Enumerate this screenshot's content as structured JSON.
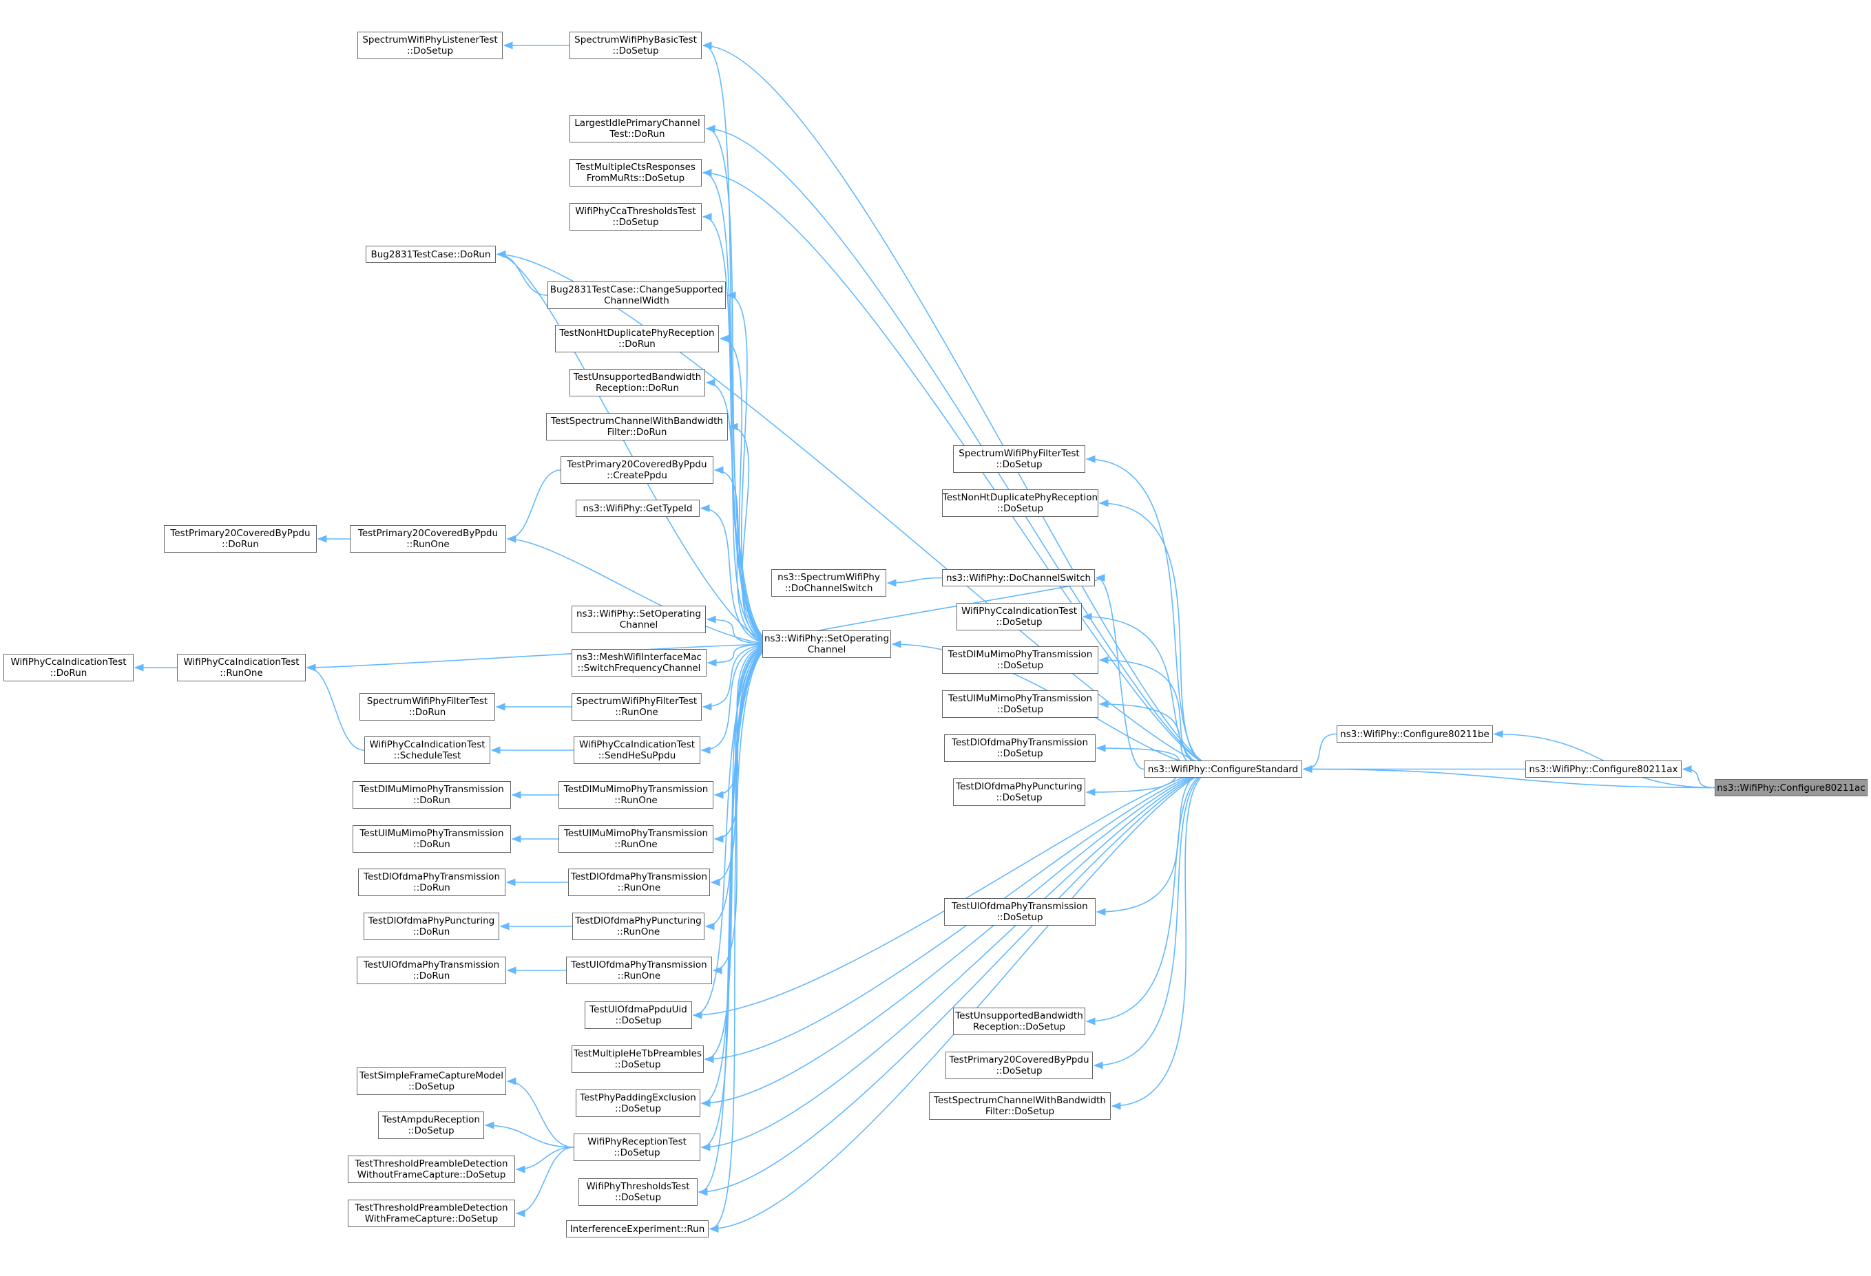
{
  "colors": {
    "edge": "#63b8ff",
    "node_border": "#666666",
    "node_fill": "#ffffff",
    "focus_fill": "#999999"
  },
  "nodes": [
    {
      "id": "n1",
      "l1": "SpectrumWifiPhyListenerTest",
      "l2": "::DoSetup"
    },
    {
      "id": "n2",
      "l1": "SpectrumWifiPhyBasicTest",
      "l2": "::DoSetup"
    },
    {
      "id": "n3",
      "l1": "LargestIdlePrimaryChannel",
      "l2": "Test::DoRun"
    },
    {
      "id": "n4",
      "l1": "TestMultipleCtsResponses",
      "l2": "FromMuRts::DoSetup"
    },
    {
      "id": "n5",
      "l1": "WifiPhyCcaThresholdsTest",
      "l2": "::DoSetup"
    },
    {
      "id": "n6",
      "l1": "Bug2831TestCase::DoRun",
      "l2": ""
    },
    {
      "id": "n7",
      "l1": "Bug2831TestCase::ChangeSupported",
      "l2": "ChannelWidth"
    },
    {
      "id": "n8",
      "l1": "TestNonHtDuplicatePhyReception",
      "l2": "::DoRun"
    },
    {
      "id": "n9",
      "l1": "TestUnsupportedBandwidth",
      "l2": "Reception::DoRun"
    },
    {
      "id": "n10",
      "l1": "TestSpectrumChannelWithBandwidth",
      "l2": "Filter::DoRun"
    },
    {
      "id": "n11",
      "l1": "TestPrimary20CoveredByPpdu",
      "l2": "::CreatePpdu"
    },
    {
      "id": "n12",
      "l1": "ns3::WifiPhy::GetTypeId",
      "l2": ""
    },
    {
      "id": "n13",
      "l1": "TestPrimary20CoveredByPpdu",
      "l2": "::DoRun"
    },
    {
      "id": "n14",
      "l1": "TestPrimary20CoveredByPpdu",
      "l2": "::RunOne"
    },
    {
      "id": "n15",
      "l1": "ns3::SpectrumWifiPhy",
      "l2": "::DoChannelSwitch"
    },
    {
      "id": "n16",
      "l1": "ns3::WifiPhy::DoChannelSwitch",
      "l2": ""
    },
    {
      "id": "n17",
      "l1": "SpectrumWifiPhyFilterTest",
      "l2": "::DoSetup"
    },
    {
      "id": "n18",
      "l1": "TestNonHtDuplicatePhyReception",
      "l2": "::DoSetup"
    },
    {
      "id": "n19",
      "l1": "WifiPhyCcaIndicationTest",
      "l2": "::DoSetup"
    },
    {
      "id": "n20",
      "l1": "ns3::WifiPhy::SetOperating",
      "l2": "Channel"
    },
    {
      "id": "n21",
      "l1": "ns3::WifiPhy::SetOperating",
      "l2": "Channel"
    },
    {
      "id": "n22",
      "l1": "ns3::MeshWifiInterfaceMac",
      "l2": "::SwitchFrequencyChannel"
    },
    {
      "id": "n23",
      "l1": "WifiPhyCcaIndicationTest",
      "l2": "::DoRun"
    },
    {
      "id": "n24",
      "l1": "WifiPhyCcaIndicationTest",
      "l2": "::RunOne"
    },
    {
      "id": "n25",
      "l1": "SpectrumWifiPhyFilterTest",
      "l2": "::DoRun"
    },
    {
      "id": "n26",
      "l1": "SpectrumWifiPhyFilterTest",
      "l2": "::RunOne"
    },
    {
      "id": "n27",
      "l1": "WifiPhyCcaIndicationTest",
      "l2": "::ScheduleTest"
    },
    {
      "id": "n28",
      "l1": "WifiPhyCcaIndicationTest",
      "l2": "::SendHeSuPpdu"
    },
    {
      "id": "n29",
      "l1": "TestDlMuMimoPhyTransmission",
      "l2": "::DoSetup"
    },
    {
      "id": "n30",
      "l1": "TestUlMuMimoPhyTransmission",
      "l2": "::DoSetup"
    },
    {
      "id": "n31",
      "l1": "TestDlOfdmaPhyTransmission",
      "l2": "::DoSetup"
    },
    {
      "id": "n32",
      "l1": "TestDlOfdmaPhyPuncturing",
      "l2": "::DoSetup"
    },
    {
      "id": "n33",
      "l1": "ns3::WifiPhy::ConfigureStandard",
      "l2": ""
    },
    {
      "id": "n34",
      "l1": "ns3::WifiPhy::Configure80211be",
      "l2": ""
    },
    {
      "id": "n35",
      "l1": "ns3::WifiPhy::Configure80211ax",
      "l2": ""
    },
    {
      "id": "n36",
      "l1": "ns3::WifiPhy::Configure80211ac",
      "l2": ""
    },
    {
      "id": "n37",
      "l1": "TestDlMuMimoPhyTransmission",
      "l2": "::DoRun"
    },
    {
      "id": "n38",
      "l1": "TestDlMuMimoPhyTransmission",
      "l2": "::RunOne"
    },
    {
      "id": "n39",
      "l1": "TestUlMuMimoPhyTransmission",
      "l2": "::DoRun"
    },
    {
      "id": "n40",
      "l1": "TestUlMuMimoPhyTransmission",
      "l2": "::RunOne"
    },
    {
      "id": "n41",
      "l1": "TestDlOfdmaPhyTransmission",
      "l2": "::DoRun"
    },
    {
      "id": "n42",
      "l1": "TestDlOfdmaPhyTransmission",
      "l2": "::RunOne"
    },
    {
      "id": "n43",
      "l1": "TestDlOfdmaPhyPuncturing",
      "l2": "::DoRun"
    },
    {
      "id": "n44",
      "l1": "TestDlOfdmaPhyPuncturing",
      "l2": "::RunOne"
    },
    {
      "id": "n45",
      "l1": "TestUlOfdmaPhyTransmission",
      "l2": "::DoRun"
    },
    {
      "id": "n46",
      "l1": "TestUlOfdmaPhyTransmission",
      "l2": "::RunOne"
    },
    {
      "id": "n47",
      "l1": "TestUlOfdmaPhyTransmission",
      "l2": "::DoSetup"
    },
    {
      "id": "n48",
      "l1": "TestUlOfdmaPpduUid",
      "l2": "::DoSetup"
    },
    {
      "id": "n49",
      "l1": "TestMultipleHeTbPreambles",
      "l2": "::DoSetup"
    },
    {
      "id": "n50",
      "l1": "TestUnsupportedBandwidth",
      "l2": "Reception::DoSetup"
    },
    {
      "id": "n51",
      "l1": "TestPrimary20CoveredByPpdu",
      "l2": "::DoSetup"
    },
    {
      "id": "n52",
      "l1": "TestPhyPaddingExclusion",
      "l2": "::DoSetup"
    },
    {
      "id": "n53",
      "l1": "TestSpectrumChannelWithBandwidth",
      "l2": "Filter::DoSetup"
    },
    {
      "id": "n54",
      "l1": "TestSimpleFrameCaptureModel",
      "l2": "::DoSetup"
    },
    {
      "id": "n55",
      "l1": "TestAmpduReception",
      "l2": "::DoSetup"
    },
    {
      "id": "n56",
      "l1": "WifiPhyReceptionTest",
      "l2": "::DoSetup"
    },
    {
      "id": "n57",
      "l1": "TestThresholdPreambleDetection",
      "l2": "WithoutFrameCapture::DoSetup"
    },
    {
      "id": "n58",
      "l1": "WifiPhyThresholdsTest",
      "l2": "::DoSetup"
    },
    {
      "id": "n59",
      "l1": "TestThresholdPreambleDetection",
      "l2": "WithFrameCapture::DoSetup"
    },
    {
      "id": "n60",
      "l1": "InterferenceExperiment::Run",
      "l2": ""
    }
  ]
}
